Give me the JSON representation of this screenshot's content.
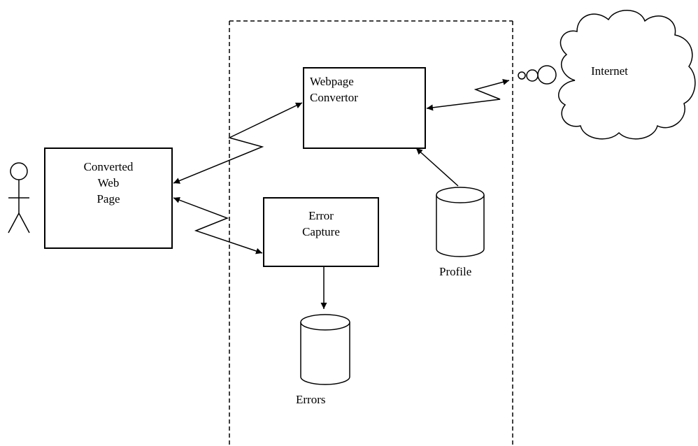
{
  "converted_page": {
    "line1": "Converted",
    "line2": "Web",
    "line3": "Page"
  },
  "webpage_convertor": {
    "line1": "Webpage",
    "line2": "Convertor"
  },
  "error_capture": {
    "line1": "Error",
    "line2": "Capture"
  },
  "internet": {
    "label": "Internet"
  },
  "profile_db": {
    "label": "Profile"
  },
  "errors_db": {
    "label": "Errors"
  },
  "colors": {
    "stroke": "#000000",
    "background": "#ffffff"
  }
}
